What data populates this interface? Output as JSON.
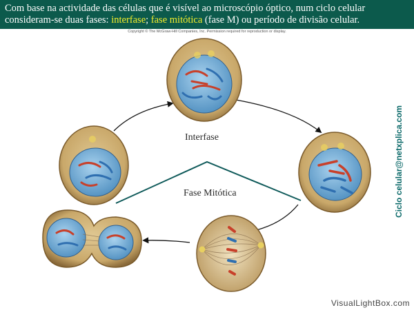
{
  "header": {
    "line1": "Com base na actividade das células que é visível ao microscópio óptico, num ciclo celular",
    "line2_pre": "consideram-se duas fases: ",
    "interfase": "interfase",
    "sep": "; ",
    "fase_mitotica": "fase mitótica",
    "line2_post": " (fase M) ou período de divisão celular."
  },
  "copyright": "Copyright © The McGraw-Hill Companies, Inc. Permission required for reproduction or display.",
  "labels": {
    "interfase": "Interfase",
    "fase_mitotica": "Fase Mitótica"
  },
  "side_text": "Ciclo celular@netxplica.com",
  "watermark": "VisualLightBox.com",
  "colors": {
    "header_bg": "#0c5a4c",
    "highlight": "#f5ee2a",
    "line": "#0f5a5a",
    "cell": "#c9a86a",
    "nucleus": "#6aa6cf",
    "chromosome_red": "#c8402a",
    "chromosome_blue": "#2f6fb0"
  }
}
